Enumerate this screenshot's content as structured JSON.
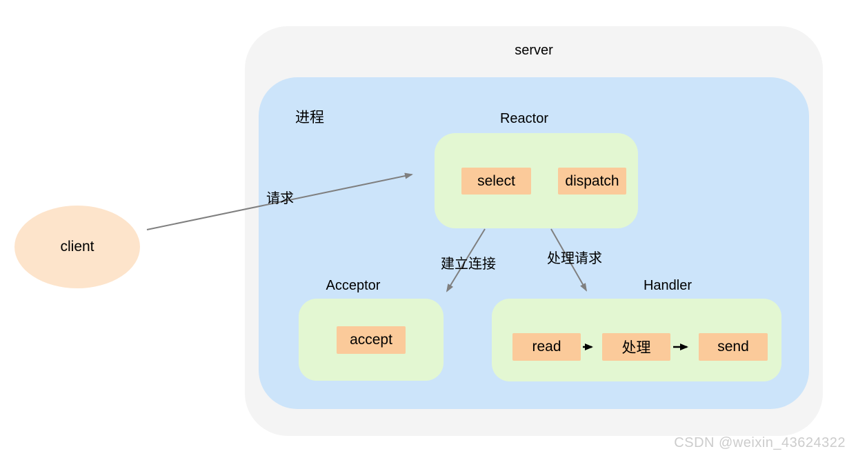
{
  "colors": {
    "server_bg": "#f4f4f4",
    "process_bg": "#cce4fa",
    "module_bg": "#e3f7d2",
    "op_bg": "#fbca9a",
    "client_bg": "#fde4cb",
    "arrow_gray": "#7f7f7f",
    "arrow_black": "#000000",
    "watermark": "#cccccc"
  },
  "diagram": {
    "server_label": "server",
    "process_label": "进程",
    "client_label": "client",
    "reactor": {
      "title": "Reactor",
      "ops": [
        "select",
        "dispatch"
      ]
    },
    "acceptor": {
      "title": "Acceptor",
      "ops": [
        "accept"
      ]
    },
    "handler": {
      "title": "Handler",
      "ops": [
        "read",
        "处理",
        "send"
      ]
    },
    "edges": {
      "request": "请求",
      "establish_connection": "建立连接",
      "handle_request": "处理请求"
    }
  },
  "watermark": "CSDN @weixin_43624322"
}
